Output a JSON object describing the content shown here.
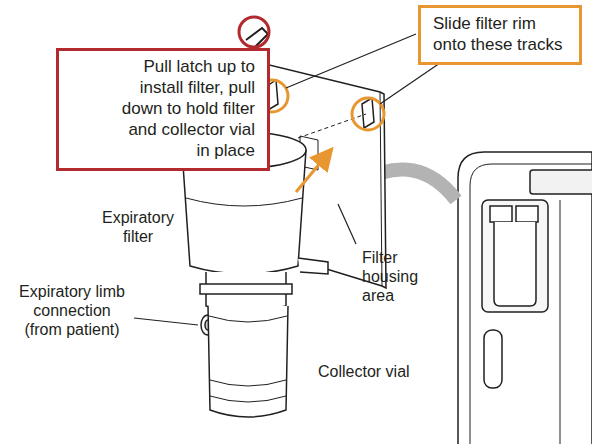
{
  "diagram": {
    "nodes": [
      {
        "text": [
          "Pull latch up to install filter, pull down to hold filter and collector vial in place"
        ]
      },
      {
        "text": [
          "Slide filter rim onto these tracks"
        ]
      }
    ],
    "labels": [
      "Expiratory filter",
      "Filter housing area",
      "Expiratory limb connection (from patient)",
      "Collector vial"
    ]
  }
}
